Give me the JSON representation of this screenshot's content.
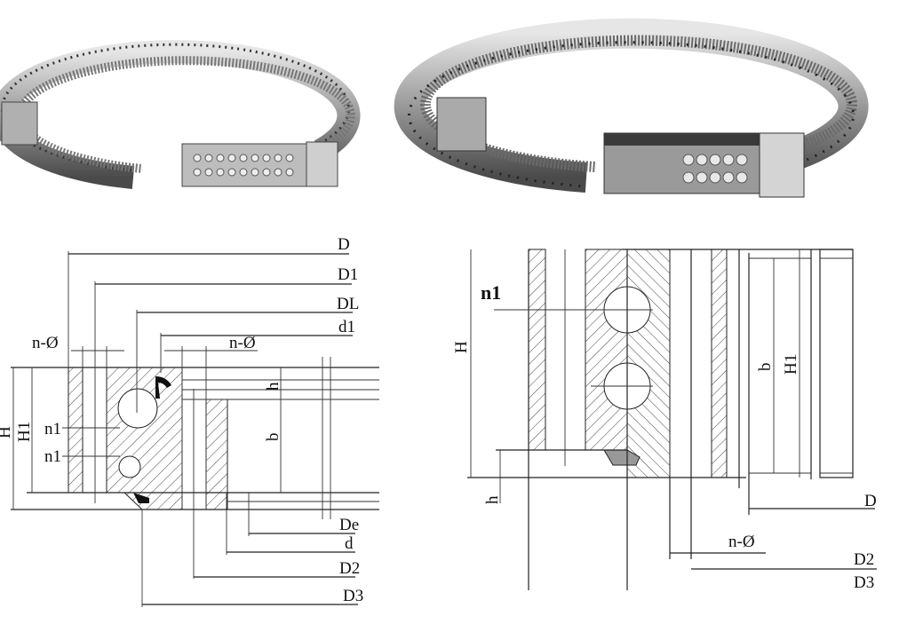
{
  "left_drawing": {
    "labels": {
      "D": "D",
      "D1": "D1",
      "DL": "DL",
      "d1": "d1",
      "n_phi_outer": "n-Ø",
      "n_phi_inner": "n-Ø",
      "H": "H",
      "H1": "H1",
      "h": "h",
      "b": "b",
      "n1_upper": "n1",
      "n1_lower": "n1",
      "De": "De",
      "d": "d",
      "D2": "D2",
      "D3": "D3"
    }
  },
  "right_drawing": {
    "labels": {
      "n1": "n1",
      "H": "H",
      "h": "h",
      "b": "b",
      "H1": "H1",
      "D": "D",
      "n_phi": "n-Ø",
      "D2": "D2",
      "D3": "D3"
    }
  },
  "colors": {
    "line": "#222222",
    "metal_dark": "#5a5a5a",
    "metal_light": "#d8d8d8"
  }
}
